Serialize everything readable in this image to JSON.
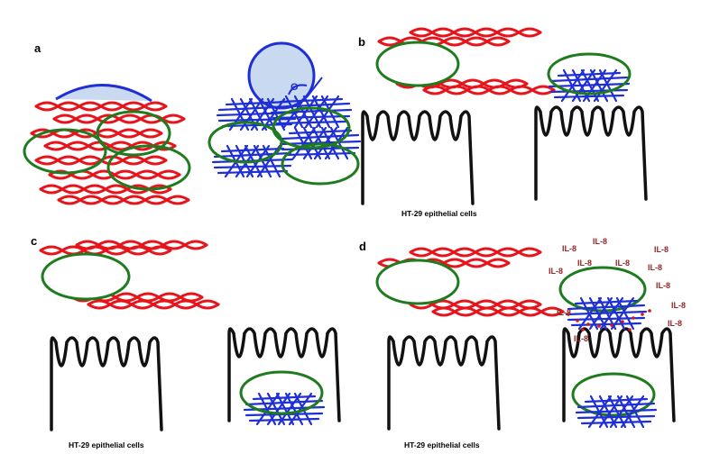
{
  "panels": {
    "a": {
      "label": "a",
      "theta_symbol": "Θ"
    },
    "b": {
      "label": "b",
      "caption": "HT-29 epithelial cells"
    },
    "c": {
      "label": "c",
      "caption": "HT-29 epithelial cells"
    },
    "d": {
      "label": "d",
      "caption": "HT-29 epithelial cells",
      "cytokine": "IL-8"
    }
  },
  "colors": {
    "fiber": "#e8141b",
    "ellipse": "#1e7b1e",
    "mesh": "#1f2fd6",
    "cell": "#111111",
    "drop_fill": "#c9d9ef",
    "drop_edge": "#1f2fd6",
    "il8": "#9b2424",
    "dots": "#d8141b"
  }
}
